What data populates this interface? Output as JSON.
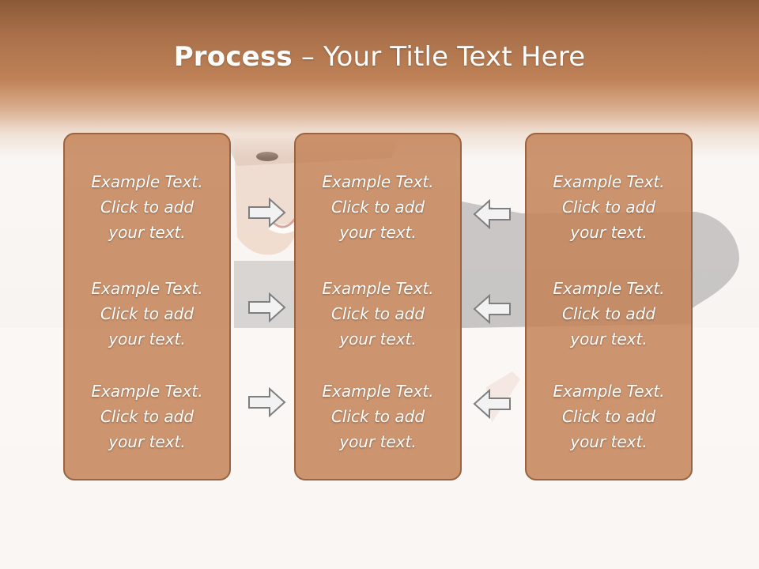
{
  "title": {
    "bold": "Process",
    "rest": " – Your Title Text Here"
  },
  "colors": {
    "header_top": "#8a5a37",
    "header_mid": "#bf8257",
    "panel_fill": "#c48358",
    "panel_border": "#9a6442",
    "text": "#ffffff",
    "arrow_fill": "#f2f2f2",
    "arrow_stroke": "#7f7f7f"
  },
  "panels": [
    {
      "blocks": [
        {
          "line1": "Example Text.",
          "line2": "Click  to add",
          "line3": "your text."
        },
        {
          "line1": "Example Text.",
          "line2": "Click  to add",
          "line3": "your text."
        },
        {
          "line1": "Example Text.",
          "line2": "Click  to add",
          "line3": "your text."
        }
      ]
    },
    {
      "blocks": [
        {
          "line1": "Example Text.",
          "line2": "Click  to add",
          "line3": "your text."
        },
        {
          "line1": "Example Text.",
          "line2": "Click  to add",
          "line3": "your text."
        },
        {
          "line1": "Example Text.",
          "line2": "Click  to add",
          "line3": "your text."
        }
      ]
    },
    {
      "blocks": [
        {
          "line1": "Example Text.",
          "line2": "Click  to add",
          "line3": "your text."
        },
        {
          "line1": "Example Text.",
          "line2": "Click  to add",
          "line3": "your text."
        },
        {
          "line1": "Example Text.",
          "line2": "Click  to add",
          "line3": "your text."
        }
      ]
    }
  ],
  "arrows": {
    "left_to_middle": "right-arrow-icon",
    "right_to_middle": "left-arrow-icon"
  }
}
